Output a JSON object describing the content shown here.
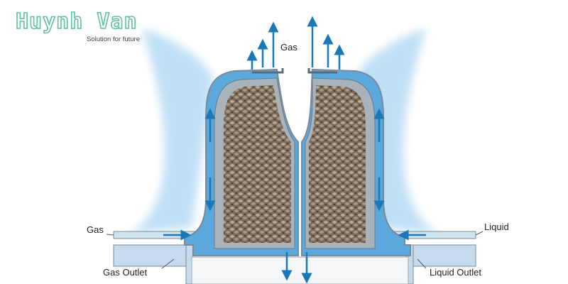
{
  "logo": {
    "title": "Huynh Van",
    "tagline": "Solution for future",
    "color": "#5fc3a0"
  },
  "labels": {
    "gas_top": "Gas",
    "gas_inlet": "Gas",
    "liquid_inlet": "Liquid",
    "gas_outlet": "Gas Outlet",
    "liquid_outlet": "Liquid Outlet"
  },
  "colors": {
    "arrow": "#1a78b8",
    "shell": "#8a9aa8",
    "liquid": "#5aa8dc",
    "packing": "#6e5c4c"
  }
}
